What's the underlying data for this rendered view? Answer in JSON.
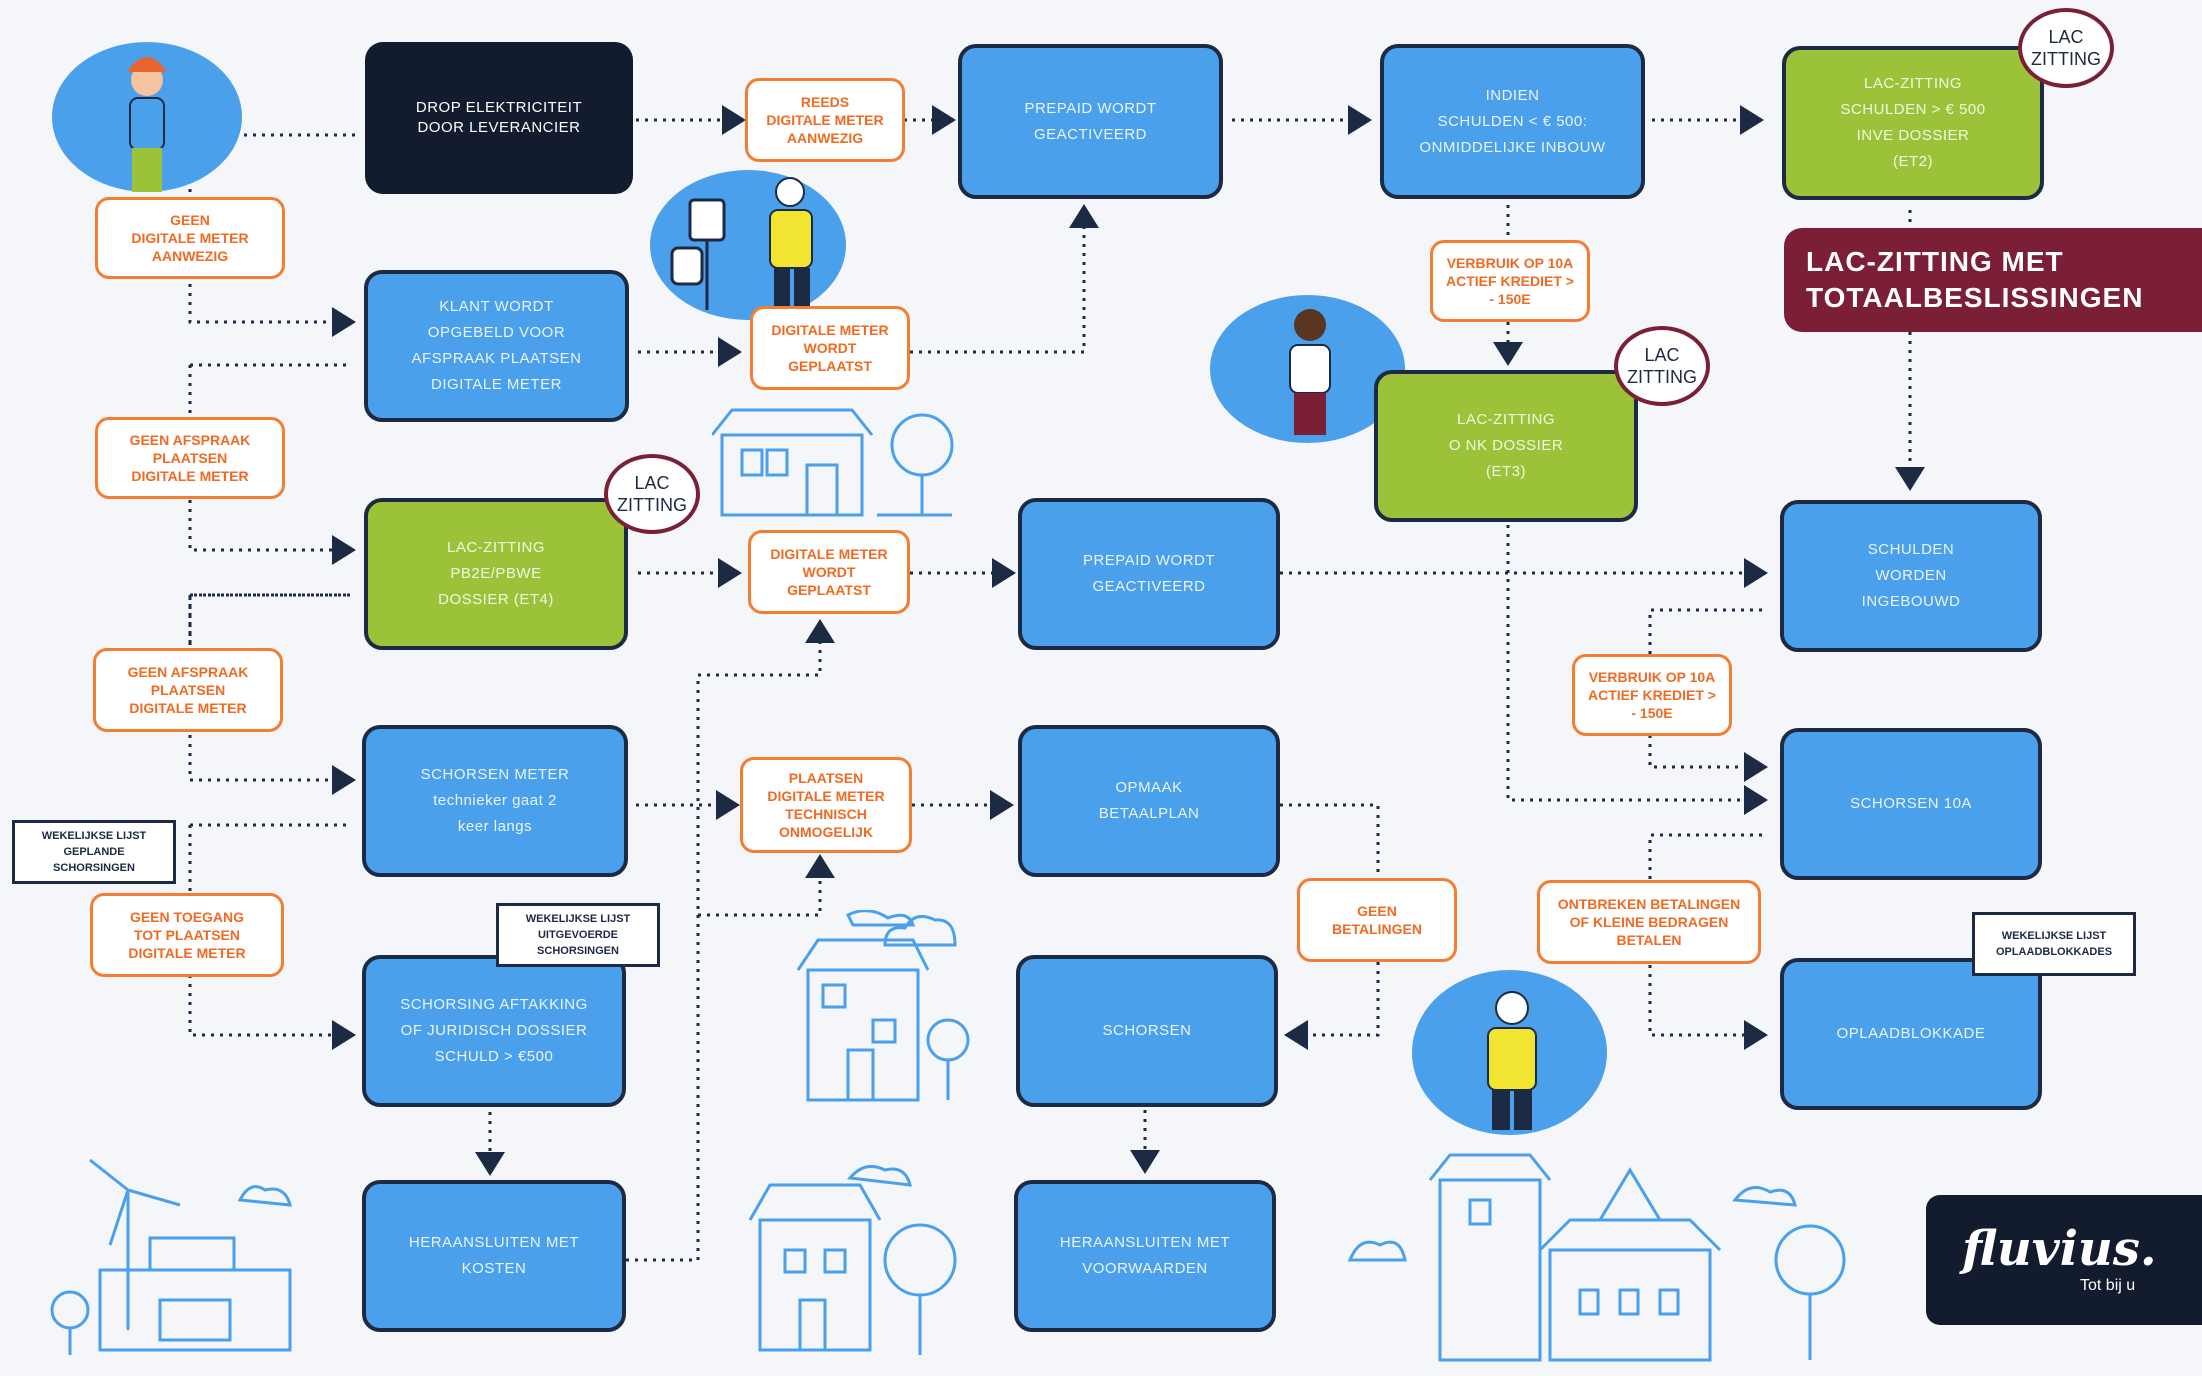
{
  "title": "LAC-ZITTING MET\nTOTAALBESLISSINGEN",
  "logo": {
    "brand": "fluvius.",
    "tagline": "Tot bij u"
  },
  "boxes": {
    "drop": "DROP ELEKTRICITEIT\nDOOR LEVERANCIER",
    "prepaid1": "PREPAID WORDT\nGEACTIVEERD",
    "indien": "INDIEN\nSCHULDEN < € 500:\nONMIDDELIJKE INBOUW",
    "lac_et2": "LAC-ZITTING\nSCHULDEN > € 500\nINVE DOSSIER\n(ET2)",
    "klant": "KLANT WORDT\nOPGEBELD VOOR\nAFSPRAAK PLAATSEN\nDIGITALE METER",
    "lac_et3": "LAC-ZITTING\nO NK DOSSIER\n(ET3)",
    "lac_et4": "LAC-ZITTING\nPB2E/PBWE\nDOSSIER (ET4)",
    "prepaid2": "PREPAID WORDT\nGEACTIVEERD",
    "schulden_ingebouwd": "SCHULDEN\nWORDEN\nINGEBOUWD",
    "schorsen_meter": "SCHORSEN METER\ntechnieker gaat 2\nkeer langs",
    "opmaak": "OPMAAK\nBETAALPLAN",
    "schorsen10a": "SCHORSEN 10A",
    "schorsing_aftakking": "SCHORSING AFTAKKING\nOF JURIDISCH DOSSIER\nSCHULD > €500",
    "schorsen": "SCHORSEN",
    "oplaadblokkade": "OPLAADBLOKKADE",
    "heraansluiten_kosten": "HERAANSLUITEN MET\nKOSTEN",
    "heraansluiten_voorwaarden": "HERAANSLUITEN MET\nVOORWAARDEN"
  },
  "labels": {
    "reeds": "REEDS\nDIGITALE METER\nAANWEZIG",
    "geen_aanwezig": "GEEN\nDIGITALE METER\nAANWEZIG",
    "dm_geplaatst1": "DIGITALE METER\nWORDT\nGEPLAATST",
    "verbruik1": "VERBRUIK OP 10A\nACTIEF KREDIET >\n- 150E",
    "geen_afspraak1": "GEEN AFSPRAAK\nPLAATSEN\nDIGITALE METER",
    "dm_geplaatst2": "DIGITALE METER\nWORDT\nGEPLAATST",
    "geen_afspraak2": "GEEN AFSPRAAK\nPLAATSEN\nDIGITALE METER",
    "verbruik2": "VERBRUIK OP 10A\nACTIEF KREDIET >\n- 150E",
    "technisch": "PLAATSEN\nDIGITALE METER\nTECHNISCH\nONMOGELIJK",
    "geen_toegang": "GEEN TOEGANG\nTOT PLAATSEN\nDIGITALE METER",
    "geen_betalingen": "GEEN\nBETALINGEN",
    "ontbreken": "ONTBREKEN BETALINGEN\nOF KLEINE BEDRAGEN\nBETALEN"
  },
  "notes": {
    "n1": "WEKELIJKSE LIJST\nGEPLANDE\nSCHORSINGEN",
    "n2": "WEKELIJKSE LIJST\nUITGEVOERDE\nSCHORSINGEN",
    "n3": "WEKELIJKSE LIJST\nOPLAADBLOKKADES"
  },
  "bubbles": {
    "b1": "LAC\nZITTING",
    "b2": "LAC\nZITTING",
    "b3": "LAC\nZITTING"
  },
  "colors": {
    "blue_box": "#4aa0ea",
    "green_box": "#9cc23a",
    "dark_box": "#131b2e",
    "orange_label": "#f47d32",
    "maroon": "#7a1f36"
  }
}
